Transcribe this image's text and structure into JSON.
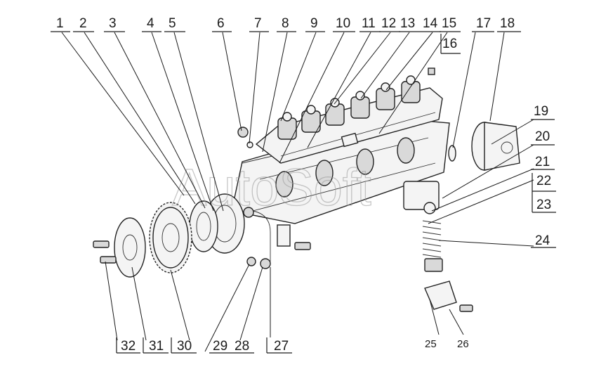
{
  "watermark": "AutoSoft",
  "labels": [
    "1",
    "2",
    "3",
    "4",
    "5",
    "6",
    "7",
    "8",
    "9",
    "10",
    "11",
    "12",
    "13",
    "14",
    "15",
    "16",
    "17",
    "18",
    "19",
    "20",
    "21",
    "22",
    "23",
    "24",
    "25",
    "26",
    "27",
    "28",
    "29",
    "30",
    "31",
    "32"
  ]
}
